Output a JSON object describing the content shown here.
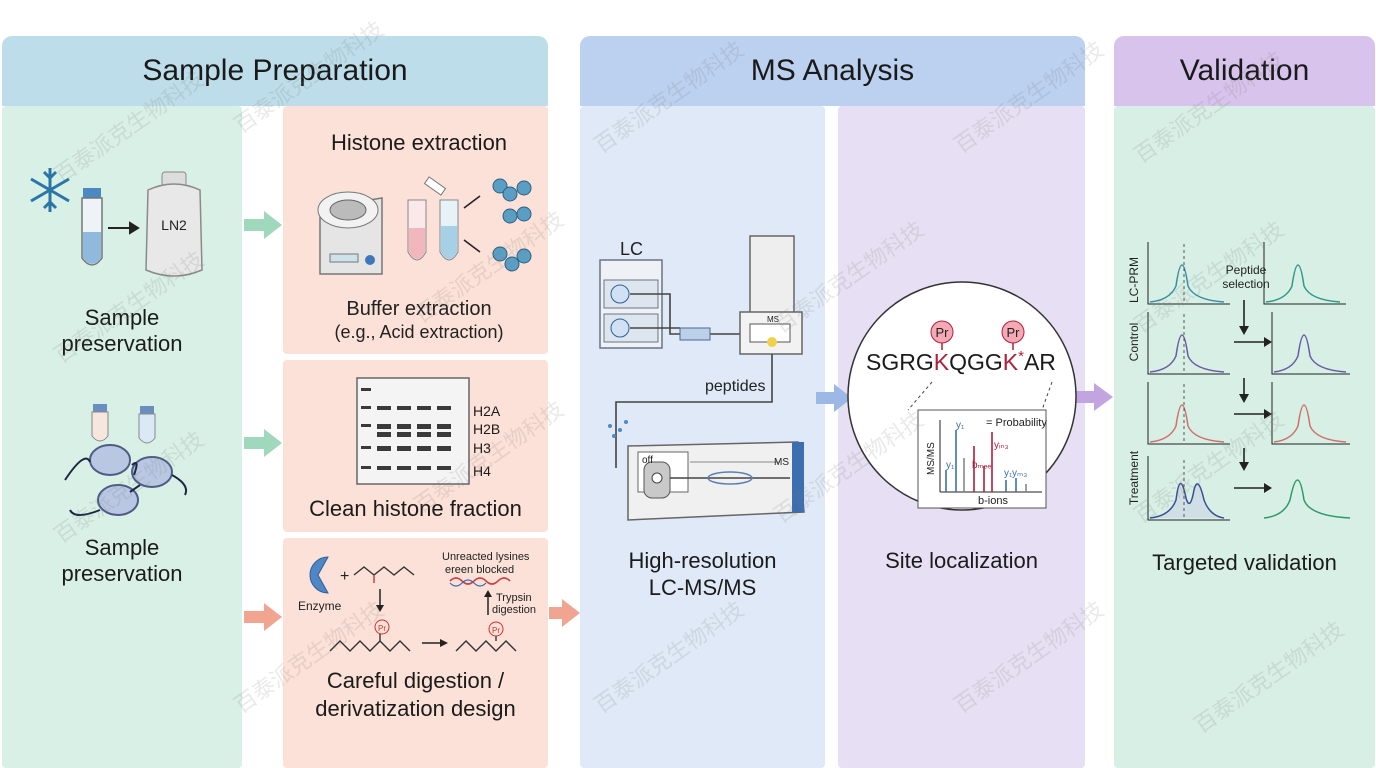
{
  "headers": {
    "sample_prep": "Sample Preparation",
    "ms_analysis": "MS Analysis",
    "validation": "Validation"
  },
  "sample_col": {
    "ln2_label": "LN2",
    "preservation_1": "Sample\npreservation",
    "preservation_2": "Sample\npreservation"
  },
  "histone": {
    "title": "Histone extraction",
    "caption_1": "Buffer extraction",
    "caption_2": "(e.g., Acid extraction)"
  },
  "gel": {
    "bands": [
      "H2A",
      "H2B",
      "H3",
      "H4"
    ],
    "caption": "Clean histone fraction"
  },
  "digestion": {
    "enzyme_label": "Enzyme",
    "plus": "+",
    "unreacted_1": "Unreacted lysines",
    "unreacted_2": "ereen blocked",
    "trypsin_1": "Trypsin",
    "trypsin_2": "digestion",
    "pr_mark": "Pr",
    "caption_1": "Careful digestion /",
    "caption_2": "derivatization design"
  },
  "ms": {
    "lc_label": "LC",
    "ms_small": "MS",
    "peptides": "peptides",
    "instrument_label": "MS",
    "off_label": "off",
    "caption_1": "High-resolution",
    "caption_2": "LC-MS/MS"
  },
  "site": {
    "sequence_pre": "SGRG",
    "k1": "K",
    "mid": "QGG",
    "k2": "K",
    "star": "*",
    "post": "AR",
    "pr_1": "Pr",
    "pr_2": "Pr",
    "probability": "= Probability",
    "y_axis": "MS/MS",
    "x_axis": "b-ions",
    "ion_labels": [
      "y₁",
      "yᵢₙ₃",
      "bₘₑₑ",
      "y₁",
      "yₘ₃",
      "y₁"
    ],
    "caption": "Site localization"
  },
  "validation": {
    "row_labels": [
      "LC-PRM",
      "Control",
      "Treatment"
    ],
    "peptide_sel_1": "Peptide",
    "peptide_sel_2": "selection",
    "caption": "Targeted validation"
  },
  "watermark": "百泰派克生物科技",
  "colors": {
    "sample_head": "#bcdde9",
    "ms_head": "#bcd0ef",
    "val_head": "#d8c3ec",
    "mint": "#d9f0e6",
    "peach": "#fbe1d7",
    "ms_blue": "#dfe9f7",
    "lavender": "#e7dff3",
    "val_mint": "#d7efe4",
    "arrow_green": "#9fd8bd",
    "arrow_salmon": "#f1a490",
    "arrow_blue": "#9cb8e6",
    "arrow_purple": "#c2a5e0",
    "ptm_red": "#b0203a"
  }
}
